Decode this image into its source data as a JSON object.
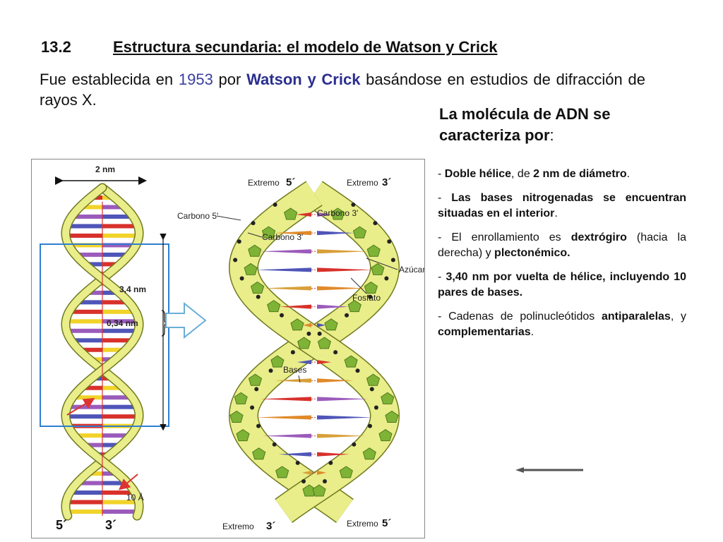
{
  "heading": {
    "number": "13.2",
    "title": "Estructura secundaria: el modelo de Watson y Crick"
  },
  "intro": {
    "part1": "Fue establecida en ",
    "year": "1953",
    "part2": " por ",
    "names": "Watson y Crick",
    "part3": " basándose en estudios de difracción de rayos X."
  },
  "props_title": {
    "line1": "La molécula de ADN se",
    "line2": "caracteriza por",
    "colon": ":"
  },
  "properties": [
    {
      "a": "- ",
      "b": "Doble hélice",
      "c": ", de ",
      "d": "2 nm de diámetro",
      "e": "."
    },
    {
      "a": "- ",
      "b": "Las bases nitrogenadas se encuentran situadas en el interior",
      "c": ".",
      "d": "",
      "e": ""
    },
    {
      "a": "- El enrollamiento es ",
      "b": "dextrógiro",
      "c": " (hacia la derecha) y ",
      "d": "plectonémico.",
      "e": ""
    },
    {
      "a": "- ",
      "b": "3,40 nm por vuelta de hélice, incluyendo 10 pares de bases.",
      "c": "",
      "d": "",
      "e": ""
    },
    {
      "a": "- Cadenas de polinucleótidos ",
      "b": "antiparalelas",
      "c": ", y ",
      "d": "complementarias",
      "e": "."
    }
  ],
  "figure": {
    "width_label": "2 nm",
    "pitch_label": "3,4 nm",
    "rise_label": "0,34 nm",
    "angstrom_label": "10 Å",
    "left_end": "5´",
    "right_end": "3´",
    "extremo_word": "Extremo",
    "top_left_end": "5´",
    "top_right_end": "3´",
    "bottom_left_end": "3´",
    "bottom_right_end": "5´",
    "carbono5": "Carbono 5'",
    "carbono3a": "Carbono 3'",
    "carbono3b": "Carbono 3'",
    "azucar": "Azúcar",
    "fosfato": "Fosfato",
    "bases": "Bases"
  },
  "colors": {
    "backbone": "#e9ed8a",
    "backbone_stroke": "#6f7a1e",
    "blue_box": "#2e7fd0",
    "base_red": "#d8312b",
    "base_yellow": "#f1d32a",
    "base_purple": "#9b5bbb",
    "base_blue": "#4f55b8",
    "axis_red": "#d33",
    "sugar": "#7fb336",
    "phosphate": "#222"
  }
}
